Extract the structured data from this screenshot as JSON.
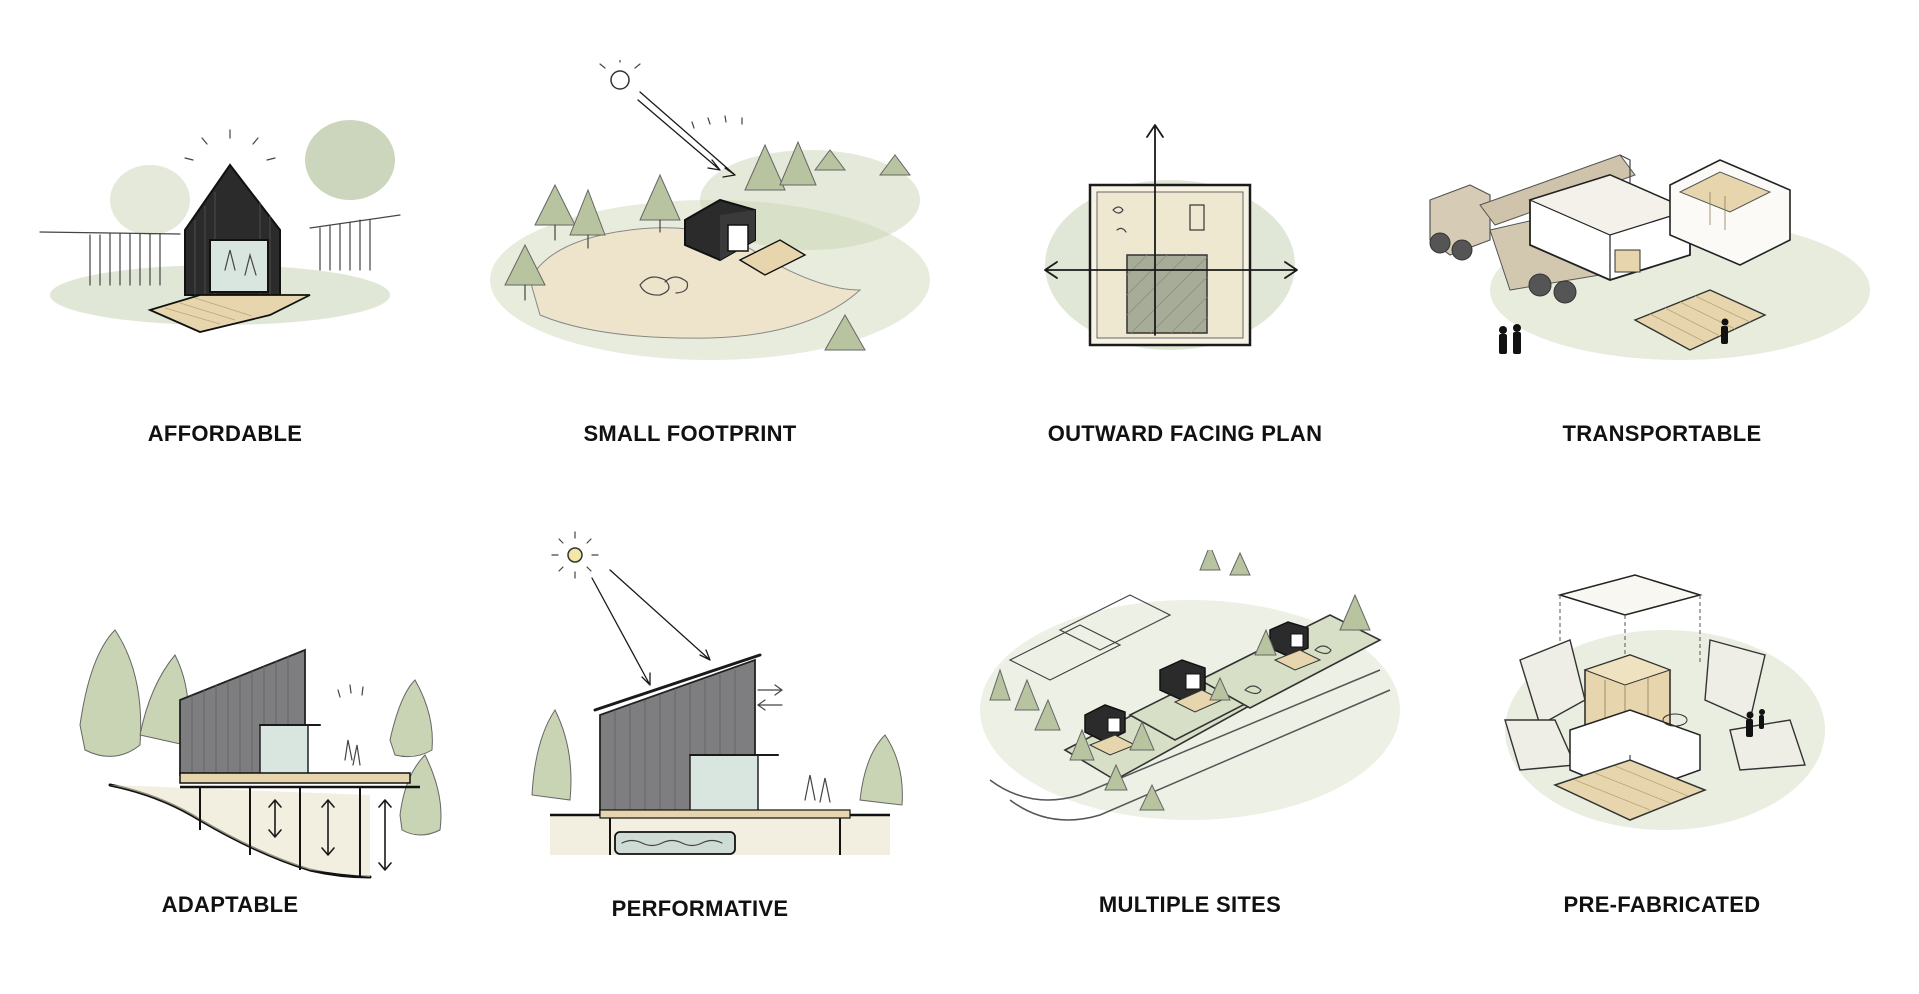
{
  "colors": {
    "wash_green": "#c9d4b4",
    "tree_green": "#b7c49f",
    "dark_tree": "#a3b28a",
    "deck_wood": "#e7d6ad",
    "sand": "#eee4cc",
    "cabin_dark": "#2b2b2b",
    "cabin_grey": "#7e7e80",
    "glass": "#d9e6df",
    "ink": "#1a1a1a"
  },
  "panels": [
    {
      "label": "AFFORDABLE"
    },
    {
      "label": "SMALL FOOTPRINT"
    },
    {
      "label": "OUTWARD FACING PLAN"
    },
    {
      "label": "TRANSPORTABLE"
    },
    {
      "label": "ADAPTABLE"
    },
    {
      "label": "PERFORMATIVE"
    },
    {
      "label": "MULTIPLE SITES"
    },
    {
      "label": "PRE-FABRICATED"
    }
  ]
}
